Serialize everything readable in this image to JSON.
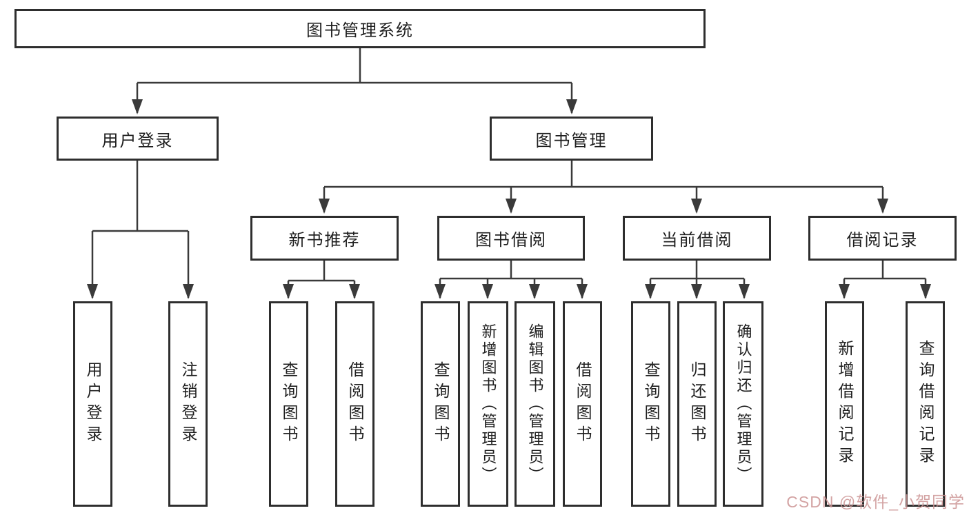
{
  "diagram": {
    "title": "图书管理系统",
    "root": {
      "label": "图书管理系统"
    },
    "branches": [
      {
        "label": "用户登录",
        "children": [
          {
            "label": "用户登录"
          },
          {
            "label": "注销登录"
          }
        ]
      },
      {
        "label": "图书管理",
        "children": [
          {
            "label": "新书推荐",
            "children": [
              {
                "label": "查询图书"
              },
              {
                "label": "借阅图书"
              }
            ]
          },
          {
            "label": "图书借阅",
            "children": [
              {
                "label": "查询图书"
              },
              {
                "label": "新增图书（管理员）"
              },
              {
                "label": "编辑图书（管理员）"
              },
              {
                "label": "借阅图书"
              }
            ]
          },
          {
            "label": "当前借阅",
            "children": [
              {
                "label": "查询图书"
              },
              {
                "label": "归还图书"
              },
              {
                "label": "确认归还（管理员）"
              }
            ]
          },
          {
            "label": "借阅记录",
            "children": [
              {
                "label": "新增借阅记录"
              },
              {
                "label": "查询借阅记录"
              }
            ]
          }
        ]
      }
    ]
  },
  "watermark": {
    "text": "CSDN @软件_小贺同学"
  },
  "colors": {
    "line": "#3a3a3a",
    "box_border": "#2e2e2e",
    "box_fill": "#ffffff",
    "text": "#1f1f1f",
    "watermark": "#cb9393",
    "background": "#ffffff"
  }
}
